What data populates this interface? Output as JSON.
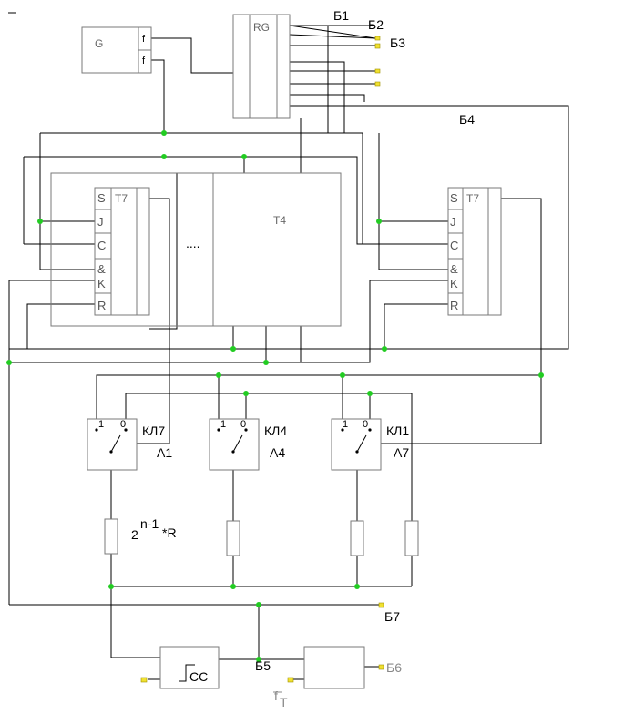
{
  "labels": {
    "gen": "G",
    "f1": "f",
    "f2": "f",
    "rg": "RG",
    "b1": "Б1",
    "b2": "Б2",
    "b3": "Б3",
    "b4": "Б4",
    "b5": "Б5",
    "b6": "Б6",
    "b7": "Б7",
    "t4": "T4",
    "t7_left": "T7",
    "t7_right": "T7",
    "dots": "....",
    "kl7": "КЛ7",
    "kl4": "КЛ4",
    "kl1": "КЛ1",
    "a1": "A1",
    "a4": "A4",
    "a7": "A7",
    "resistor_base": "2",
    "resistor_exp": "n-1",
    "resistor_tail": "*R",
    "comparator": "CC",
    "ft_f": "f",
    "ft_t": "T"
  },
  "jk_pins": [
    "S",
    "J",
    "C",
    "&",
    "K",
    "R"
  ],
  "switch_pins": [
    "1",
    "0"
  ]
}
